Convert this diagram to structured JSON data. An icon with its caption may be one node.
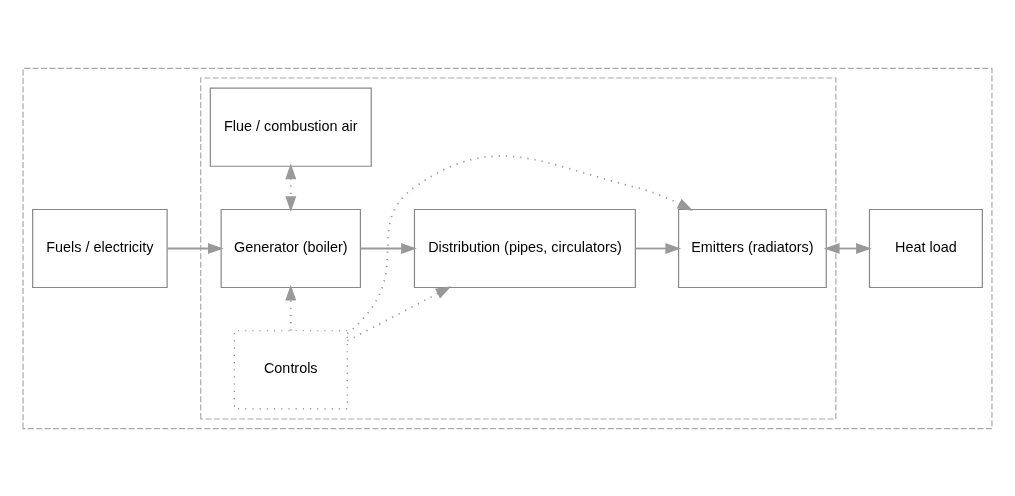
{
  "diagram": {
    "nodes": [
      {
        "text": [],
        "shape": "box"
      },
      {
        "text": [
          "Fuels / electricity"
        ],
        "in": 0
      },
      {
        "text": [],
        "shape": "box",
        "in": 0
      },
      {
        "text": [
          "Flue / combustion air"
        ],
        "in": 2
      },
      {
        "text": [
          "Generator (boiler)"
        ],
        "in": 2
      },
      {
        "text": [
          "Distribution (pipes, circulators)"
        ],
        "in": 2
      },
      {
        "text": [
          "Emitters (radiators)"
        ],
        "in": 2
      },
      {
        "text": [
          "Heat load"
        ],
        "in": 0
      },
      {
        "text": [
          "Controls"
        ],
        "in": 2
      }
    ],
    "edges": [
      {
        "from": 1,
        "to": 4,
        "arrow": "to"
      },
      {
        "from": 3,
        "to": 4,
        "arrow": "both",
        "style": "dashed"
      },
      {
        "from": 4,
        "to": 5,
        "arrow": "to"
      },
      {
        "from": 5,
        "to": 6,
        "arrow": "to"
      },
      {
        "from": 6,
        "to": 7,
        "arrow": "both"
      },
      {
        "from": 8,
        "to": 4,
        "arrow": "to",
        "style": "dashed"
      },
      {
        "from": 8,
        "to": 5,
        "arrow": "to",
        "style": "dashed"
      },
      {
        "from": 8,
        "to": 6,
        "arrow": "to",
        "style": "dashed"
      }
    ]
  }
}
